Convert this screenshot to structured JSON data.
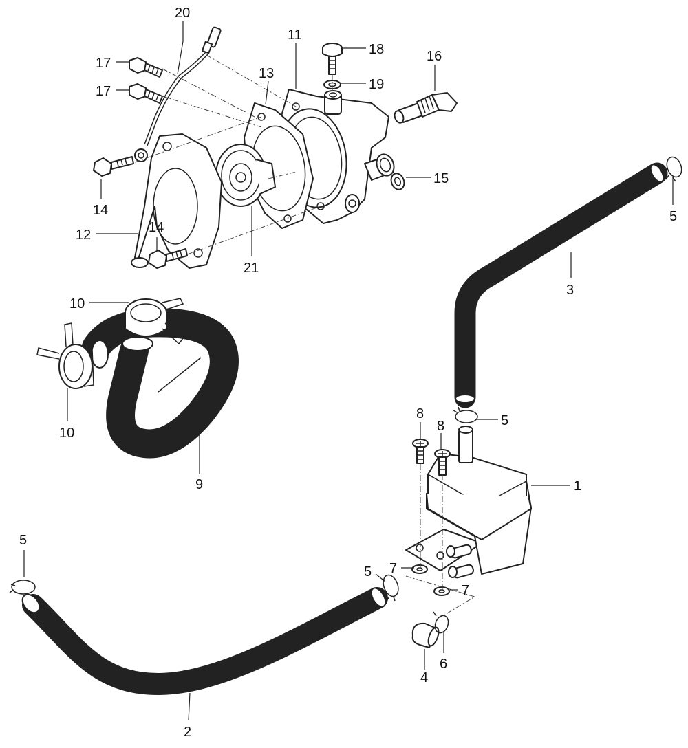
{
  "callouts": {
    "c1": "1",
    "c2": "2",
    "c3": "3",
    "c4": "4",
    "c5a": "5",
    "c5b": "5",
    "c5c": "5",
    "c5d": "5",
    "c6": "6",
    "c7a": "7",
    "c7b": "7",
    "c8a": "8",
    "c8b": "8",
    "c9": "9",
    "c10a": "10",
    "c10b": "10",
    "c11": "11",
    "c12": "12",
    "c13": "13",
    "c14a": "14",
    "c14b": "14",
    "c15": "15",
    "c16": "16",
    "c17a": "17",
    "c17b": "17",
    "c18": "18",
    "c19": "19",
    "c20": "20",
    "c21": "21"
  },
  "colors": {
    "line": "#222222",
    "background": "#ffffff"
  }
}
